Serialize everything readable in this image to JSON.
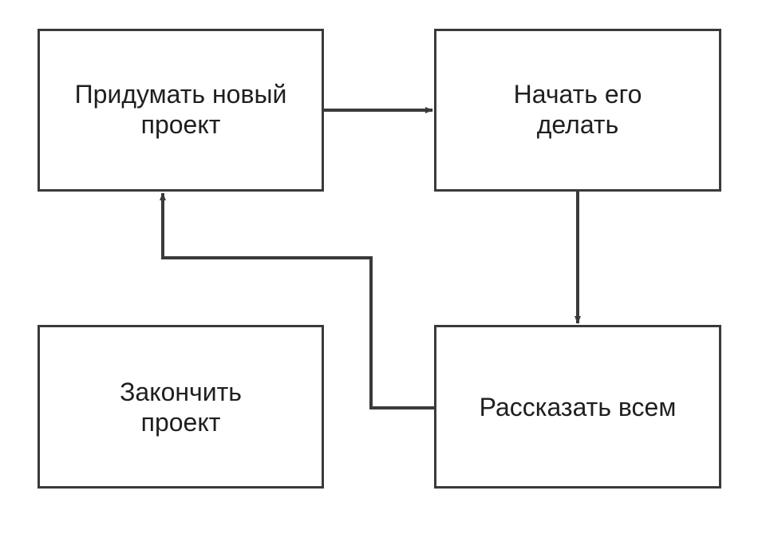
{
  "nodes": {
    "idea": {
      "lines": [
        "Придумать новый",
        "проект"
      ]
    },
    "start": {
      "lines": [
        "Начать его",
        "делать"
      ]
    },
    "finish": {
      "lines": [
        "Закончить",
        "проект"
      ]
    },
    "tell": {
      "lines": [
        "Рассказать всем"
      ]
    }
  },
  "edges": [
    {
      "from": "idea",
      "to": "start"
    },
    {
      "from": "start",
      "to": "tell"
    },
    {
      "from": "tell",
      "to": "idea"
    }
  ],
  "colors": {
    "stroke": "#3a3a3a",
    "text": "#1f1f1f",
    "background": "#ffffff"
  }
}
